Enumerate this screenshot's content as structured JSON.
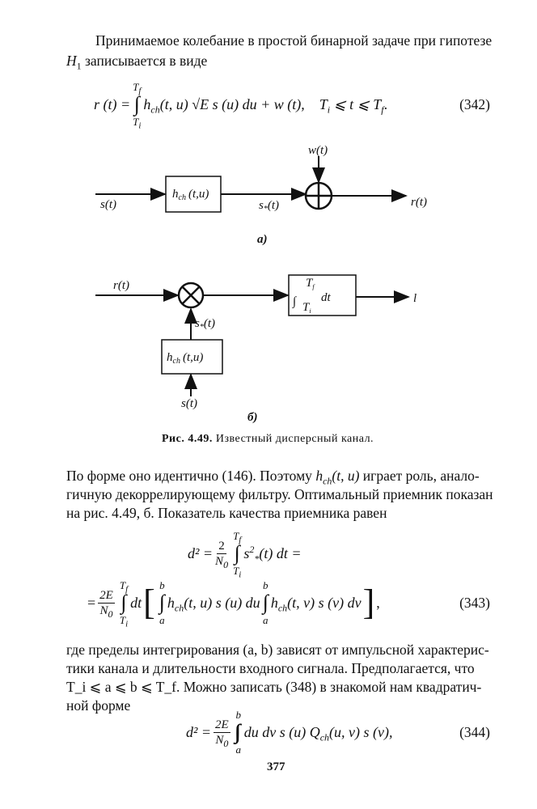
{
  "para1": {
    "line1": "Принимаемое колебание в простой бинарной задаче при гипотезе",
    "line2_var": "H",
    "line2_sub": "1",
    "line2": " записывается в виде"
  },
  "eq342": {
    "lhs": "r (t) = ",
    "upper": "T",
    "upper_sub": "f",
    "lower": "T",
    "lower_sub": "i",
    "body": "h",
    "body_sub": "ch",
    "body2": "(t, u) √E s (u) du + w (t),",
    "cond": "T",
    "cond_sub": "i",
    "cond2": " ⩽ t ⩽ T",
    "cond_sub2": "f",
    "cond_end": ".",
    "number": "(342)"
  },
  "diagram_a": {
    "input": "s(t)",
    "noise": "w(t)",
    "filter": "h",
    "filter_sub": "ch",
    "filter2": "(t,u)",
    "mid": "s",
    "mid_sub": "*",
    "mid2": "(t)",
    "output": "r(t)",
    "label": "a)",
    "adder_icon": "plus-circle"
  },
  "diagram_b": {
    "input": "r(t)",
    "multiplier_icon": "times-circle",
    "integrator": "dt",
    "int_upper": "T",
    "int_upper_sub": "f",
    "int_lower": "T",
    "int_lower_sub": "i",
    "output": "l",
    "ref": "s",
    "ref_sub": "*",
    "ref2": "(t)",
    "filter": "h",
    "filter_sub": "ch",
    "filter2": "(t,u)",
    "filter_input": "s(t)",
    "label": "б)"
  },
  "caption": {
    "prefix": "Рис. 4.49.",
    "text": " Известный дисперсный канал."
  },
  "para2": {
    "line1a": "По форме оно идентично (146). Поэтому ",
    "line1v": "h",
    "line1s": "ch",
    "line1b": "(t, u)",
    "line1c": " играет роль, анало-",
    "line2": "гичную декоррелирующему фильтру. Оптимальный приемник показан",
    "line3": "на рис. 4.49, б. Показатель качества приемника равен"
  },
  "eq_d2": {
    "lhs": "d² = ",
    "num": "2",
    "den": "N",
    "den_sub": "0",
    "upper": "T",
    "upper_sub": "f",
    "lower": "T",
    "lower_sub": "i",
    "body": "s",
    "body_sup": "2",
    "body_sub": "*",
    "body2": "(t) dt  ="
  },
  "eq343": {
    "lhs": "= ",
    "num": "2E",
    "den": "N",
    "den_sub": "0",
    "upper": "T",
    "upper_sub": "f",
    "lower": "T",
    "lower_sub": "i",
    "dt": "dt",
    "a": "a",
    "b": "b",
    "inner1": "h",
    "inner1_sub": "ch",
    "inner1b": "(t, u) s (u) du",
    "inner2": "h",
    "inner2_sub": "ch",
    "inner2b": "(t, v) s (v) dv",
    "end": ",",
    "number": "(343)"
  },
  "para3": {
    "line1": "где пределы интегрирования (a, b) зависят от импульсной характерис-",
    "line2": "тики канала и длительности входного  сигнала. Предполагается, что",
    "line3": "T_i ⩽ a ⩽ b ⩽ T_f. Можно записать (348) в знакомой нам квадратич-",
    "line4": "ной форме"
  },
  "eq344": {
    "lhs": "d² = ",
    "num": "2E",
    "den": "N",
    "den_sub": "0",
    "a": "a",
    "b": "b",
    "body": "du dv s (u) Q",
    "body_sub": "ch",
    "body2": "(u, v) s (v),",
    "number": "(344)"
  },
  "page_number": "377"
}
